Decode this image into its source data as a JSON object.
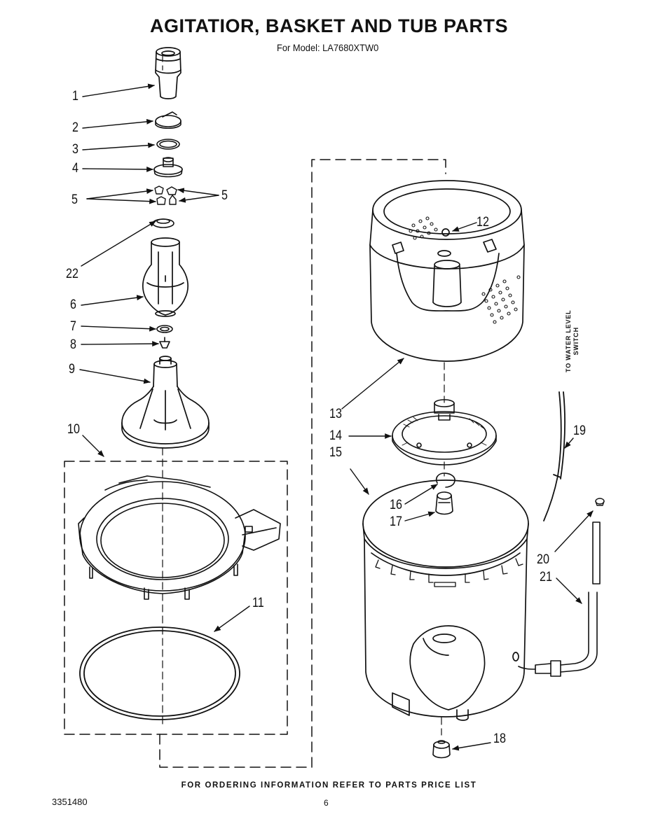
{
  "header": {
    "title": "AGITATIOR, BASKET AND TUB PARTS",
    "subtitle": "For Model: LA7680XTW0"
  },
  "callouts": [
    "1",
    "2",
    "3",
    "4",
    "5",
    "5",
    "22",
    "6",
    "7",
    "8",
    "9",
    "10",
    "11",
    "12",
    "13",
    "14",
    "15",
    "16",
    "17",
    "18",
    "19",
    "20",
    "21"
  ],
  "side_note": {
    "line1": "TO WATER LEVEL",
    "line2": "SWITCH"
  },
  "footer": {
    "instruction": "FOR ORDERING INFORMATION REFER TO PARTS PRICE LIST",
    "doc_number": "3351480",
    "page_number": "6"
  }
}
